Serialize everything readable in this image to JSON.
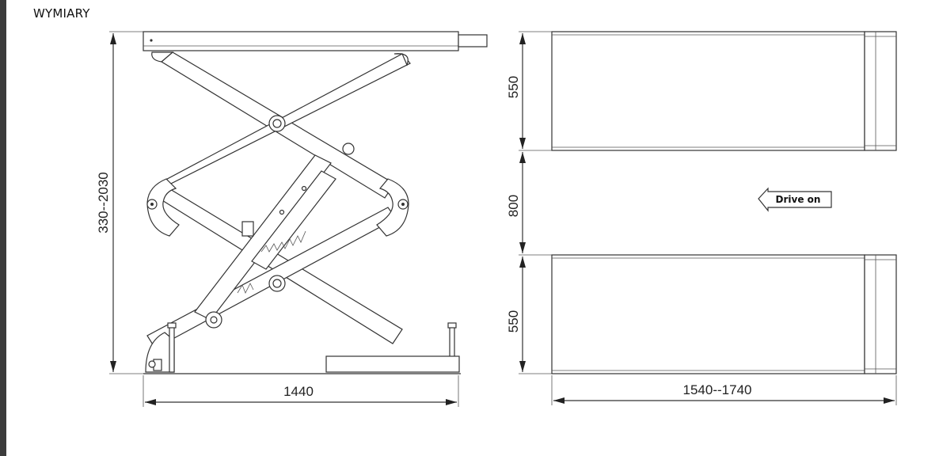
{
  "title": "WYMIARY",
  "side_view": {
    "height_dimension": "330--2030",
    "width_dimension": "1440"
  },
  "top_view": {
    "platform_width_top": "550",
    "gap_dimension": "800",
    "platform_width_bottom": "550",
    "length_dimension": "1540--1740",
    "drive_on_label": "Drive on"
  },
  "colors": {
    "line": "#333333",
    "background": "#ffffff",
    "left_bar": "#3c3c3c"
  }
}
